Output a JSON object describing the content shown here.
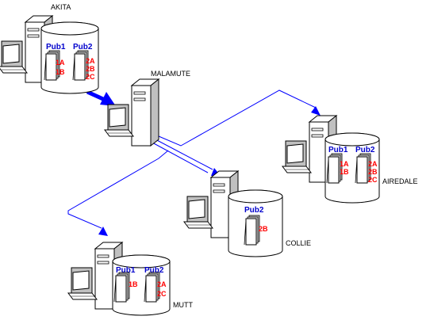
{
  "colors": {
    "link": "#0000ff",
    "publication": "#0000cc",
    "article": "#ff0000",
    "outline": "#000000",
    "shade": "#c0c0c0"
  },
  "servers": {
    "akita": {
      "name": "AKITA",
      "pubs": [
        {
          "name": "Pub1",
          "articles": [
            "1A",
            "1B"
          ]
        },
        {
          "name": "Pub2",
          "articles": [
            "2A",
            "2B",
            "2C"
          ]
        }
      ]
    },
    "malamute": {
      "name": "MALAMUTE"
    },
    "airedale": {
      "name": "AIREDALE",
      "pubs": [
        {
          "name": "Pub1",
          "articles": [
            "1A",
            "1B"
          ]
        },
        {
          "name": "Pub2",
          "articles": [
            "2A",
            "2B",
            "2C"
          ]
        }
      ]
    },
    "collie": {
      "name": "COLLIE",
      "pubs": [
        {
          "name": "Pub2",
          "articles": [
            "2B"
          ]
        }
      ]
    },
    "mutt": {
      "name": "MUTT",
      "pubs": [
        {
          "name": "Pub1",
          "articles": [
            "1B"
          ]
        },
        {
          "name": "Pub2",
          "articles": [
            "2A",
            "2C"
          ]
        }
      ]
    }
  },
  "icons": {
    "computer": "desktop-computer-icon",
    "database": "database-cylinder-icon",
    "document": "document-stack-icon",
    "arrow": "replication-arrow-icon"
  }
}
